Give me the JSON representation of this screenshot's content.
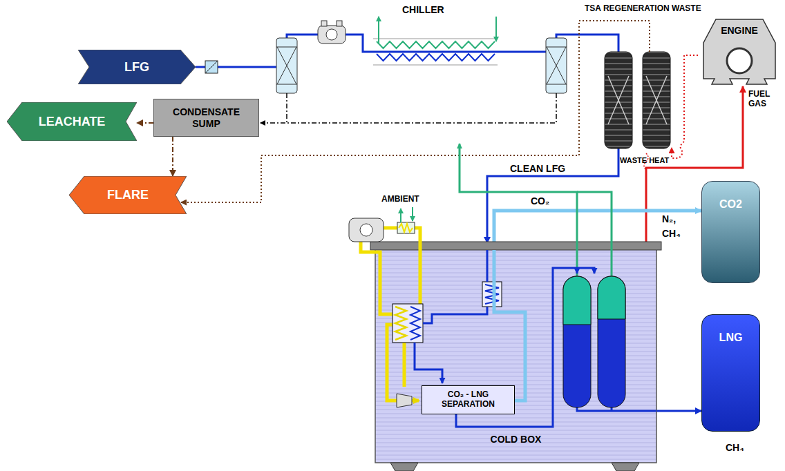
{
  "diagram": {
    "nodes": [
      {
        "text": [
          "LFG"
        ]
      },
      {
        "text": [
          "ENGINE"
        ]
      },
      {
        "text": [
          "CONDENSATE SUMP"
        ]
      },
      {
        "text": [
          "LEACHATE"
        ]
      },
      {
        "text": [
          "FLARE"
        ]
      },
      {
        "text": [
          "CO2"
        ]
      },
      {
        "text": [
          "COLD BOX"
        ]
      },
      {
        "text": [
          "CO₂ - LNG SEPARATION"
        ],
        "in": 6
      },
      {
        "text": [
          "LNG"
        ]
      }
    ],
    "edges": [
      {
        "from": 0,
        "to": 6,
        "arrow": "to"
      },
      {
        "from": 2,
        "to": 3,
        "arrow": "to"
      },
      {
        "from": 2,
        "to": 4,
        "arrow": "to"
      },
      {
        "from": 6,
        "to": 1,
        "arrow": "to"
      },
      {
        "from": 6,
        "to": 5,
        "arrow": "to"
      },
      {
        "from": 6,
        "to": 8,
        "arrow": "to"
      }
    ],
    "labels": [
      "CHILLER",
      "TSA REGENERATION WASTE",
      "FUEL GAS",
      "CLEAN LFG",
      "WASTE HEAT",
      "CO₂",
      "AMBIENT",
      "N₂,",
      "CH₄",
      "CH₄"
    ]
  }
}
